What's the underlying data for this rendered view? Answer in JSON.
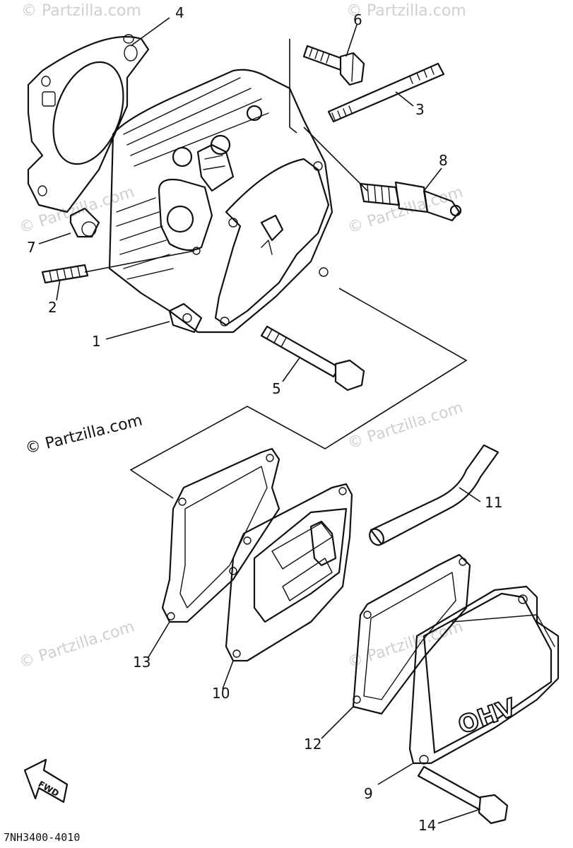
{
  "diagram": {
    "drawing_code": "7NH3400-4010",
    "fwd_label": "FWD",
    "ohv_label": "OHV",
    "watermark_main": "© Partzilla.com",
    "watermark_faint": "© Partzilla.com",
    "callouts": {
      "c1": "1",
      "c2": "2",
      "c3": "3",
      "c4": "4",
      "c5": "5",
      "c6": "6",
      "c7": "7",
      "c8": "8",
      "c9": "9",
      "c10": "10",
      "c11": "11",
      "c12": "12",
      "c13": "13",
      "c14": "14"
    }
  }
}
